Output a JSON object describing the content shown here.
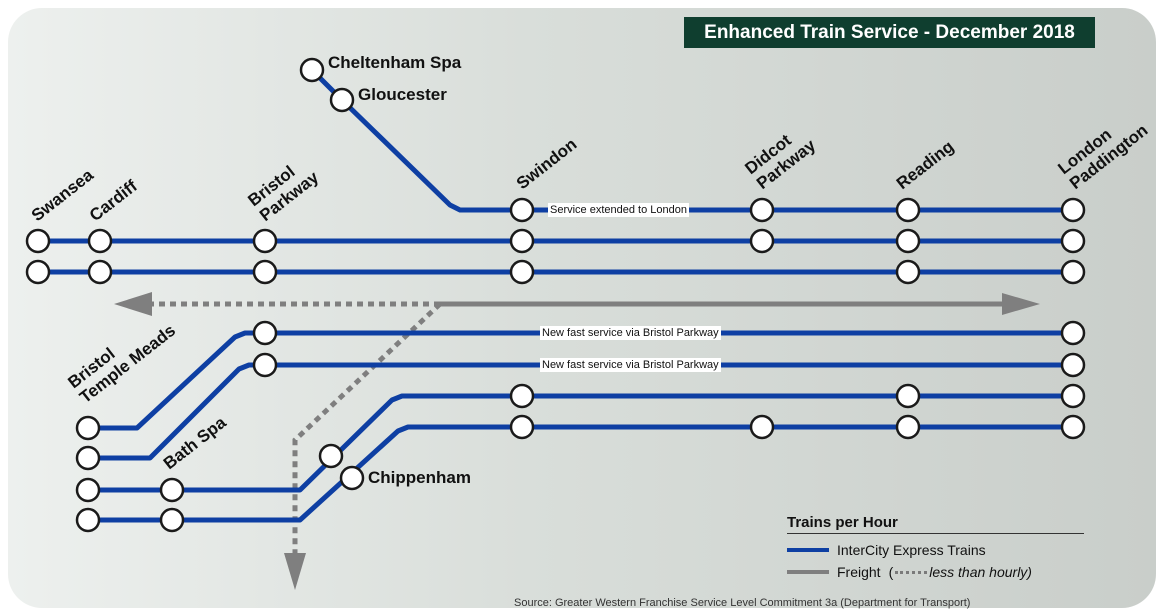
{
  "title": "Enhanced Train Service - December 2018",
  "colors": {
    "intercity": "#0e3fa3",
    "freight": "#7f7f7f",
    "title_bg": "#0f3e2f"
  },
  "stations": {
    "cheltenham_spa": "Cheltenham Spa",
    "gloucester": "Gloucester",
    "swansea": "Swansea",
    "cardiff": "Cardiff",
    "bristol_parkway": "Bristol\nParkway",
    "swindon": "Swindon",
    "didcot_parkway": "Didcot\nParkway",
    "reading": "Reading",
    "london_paddington": "London\nPaddington",
    "bristol_temple_meads": "Bristol\nTemple Meads",
    "bath_spa": "Bath Spa",
    "chippenham": "Chippenham"
  },
  "notes": {
    "extended": "Service extended to London",
    "fast_service": "New fast service via Bristol Parkway"
  },
  "legend": {
    "title": "Trains per Hour",
    "intercity": "InterCity Express Trains",
    "freight": "Freight",
    "freight_paren_open": "(",
    "freight_less": "less than hourly)"
  },
  "source": "Source: Greater Western Franchise Service Level Commitment 3a (Department for Transport)"
}
